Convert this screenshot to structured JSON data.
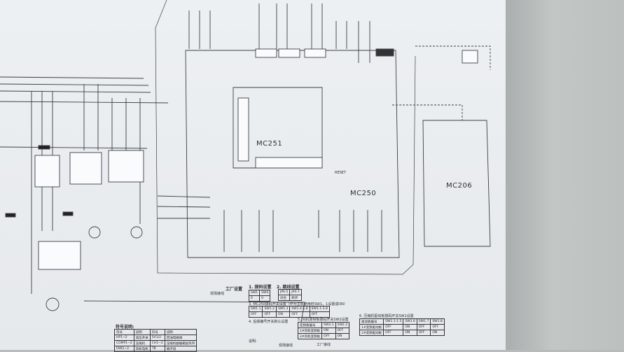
{
  "boards": {
    "mc251": "MC251",
    "mc250": "MC250",
    "mc206": "MC206"
  },
  "labels": {
    "reset": "RESET",
    "factory_settings": "工厂设置",
    "symbol_legend_title": "符号说明:",
    "section1": "1. 拨码设置",
    "section2": "2. 跳线设置",
    "section3": "3. MC250拨码开关设置（作为主机使用时SW1，1设置成ON）",
    "section4": "4. 后缀编号开关默认设置",
    "section5": "5. 风机变频板拨码开关SW2设置",
    "section6": "6. 压缩机驱动板拨码开关SW1设置",
    "notes": "说明:",
    "note_dashed": "现场接线",
    "note_solid": "工厂接线",
    "bottom_label": "现场接线"
  },
  "table1": {
    "headers": [
      "SW1",
      "SW4"
    ],
    "values": [
      "0",
      "0"
    ]
  },
  "table2": {
    "headers": [
      "JP6-5",
      "JP4-7"
    ],
    "values": [
      "闭合",
      "断开"
    ]
  },
  "table3": {
    "headers": [
      "SW1.1",
      "SW1.2",
      "SW1.3",
      "SW1.4-1.8",
      "SW1.1-2.8"
    ],
    "values": [
      "OFF",
      "OFF",
      "ON",
      "OFF",
      "OFF"
    ]
  },
  "table5": {
    "headers": [
      "变频板编号",
      "SW2.1",
      "SW2.2"
    ],
    "rows": [
      [
        "1#风机变频板",
        "ON",
        "OFF"
      ],
      [
        "2#风机变频板",
        "OFF",
        "ON"
      ]
    ]
  },
  "table6": {
    "headers": [
      "驱动板编号",
      "SW1.1-1.5",
      "SW1.6",
      "SW1.7",
      "SW1.8"
    ],
    "rows": [
      [
        "1#变频驱动板",
        "OFF",
        "ON",
        "OFF",
        "OFF"
      ],
      [
        "2#变频驱动板",
        "OFF",
        "ON",
        "OFF",
        "ON"
      ]
    ]
  },
  "legend_table": {
    "headers": [
      "符号",
      "说明",
      "符号",
      "说明"
    ],
    "rows": [
      [
        "HP1~2",
        "高压开关",
        "SV1/2",
        "回油电磁阀"
      ],
      [
        "COMP1~2",
        "压缩机",
        "CH1~2",
        "压缩机曲轴箱加热带"
      ],
      [
        "FAN1~2",
        "风机电机",
        "TB",
        "端子排"
      ]
    ]
  },
  "colors": {
    "paper": "#edf0f3",
    "wall": "#b7bcbb",
    "ink": "#2a2e36"
  }
}
